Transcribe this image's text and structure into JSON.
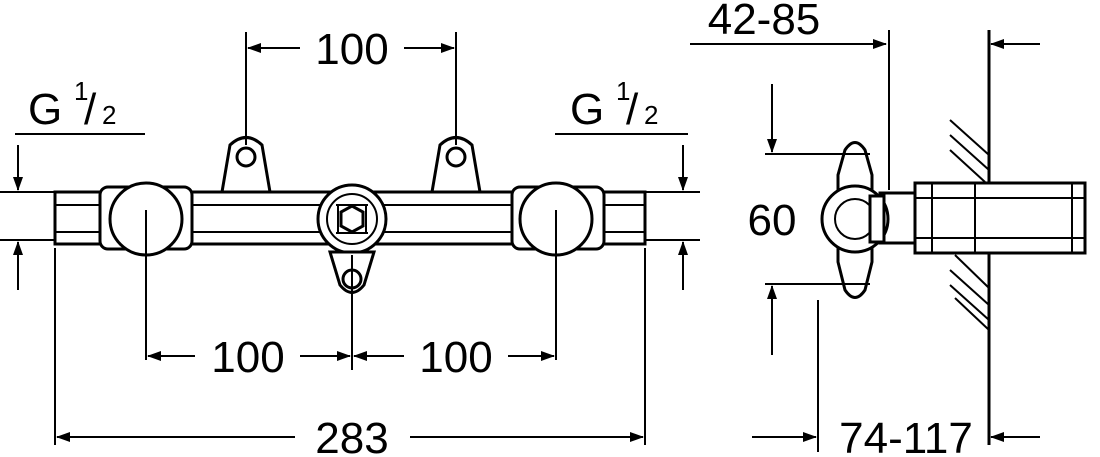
{
  "dimensions": {
    "top_spacing": "100",
    "bottom_left_spacing": "100",
    "bottom_right_spacing": "100",
    "overall_length": "283",
    "wall_depth_top": "42-85",
    "wall_depth_bottom": "74-117",
    "height_side": "60"
  },
  "threads": {
    "left": {
      "letter": "G",
      "num": "1",
      "den": "2"
    },
    "right": {
      "letter": "G",
      "num": "1",
      "den": "2"
    }
  }
}
